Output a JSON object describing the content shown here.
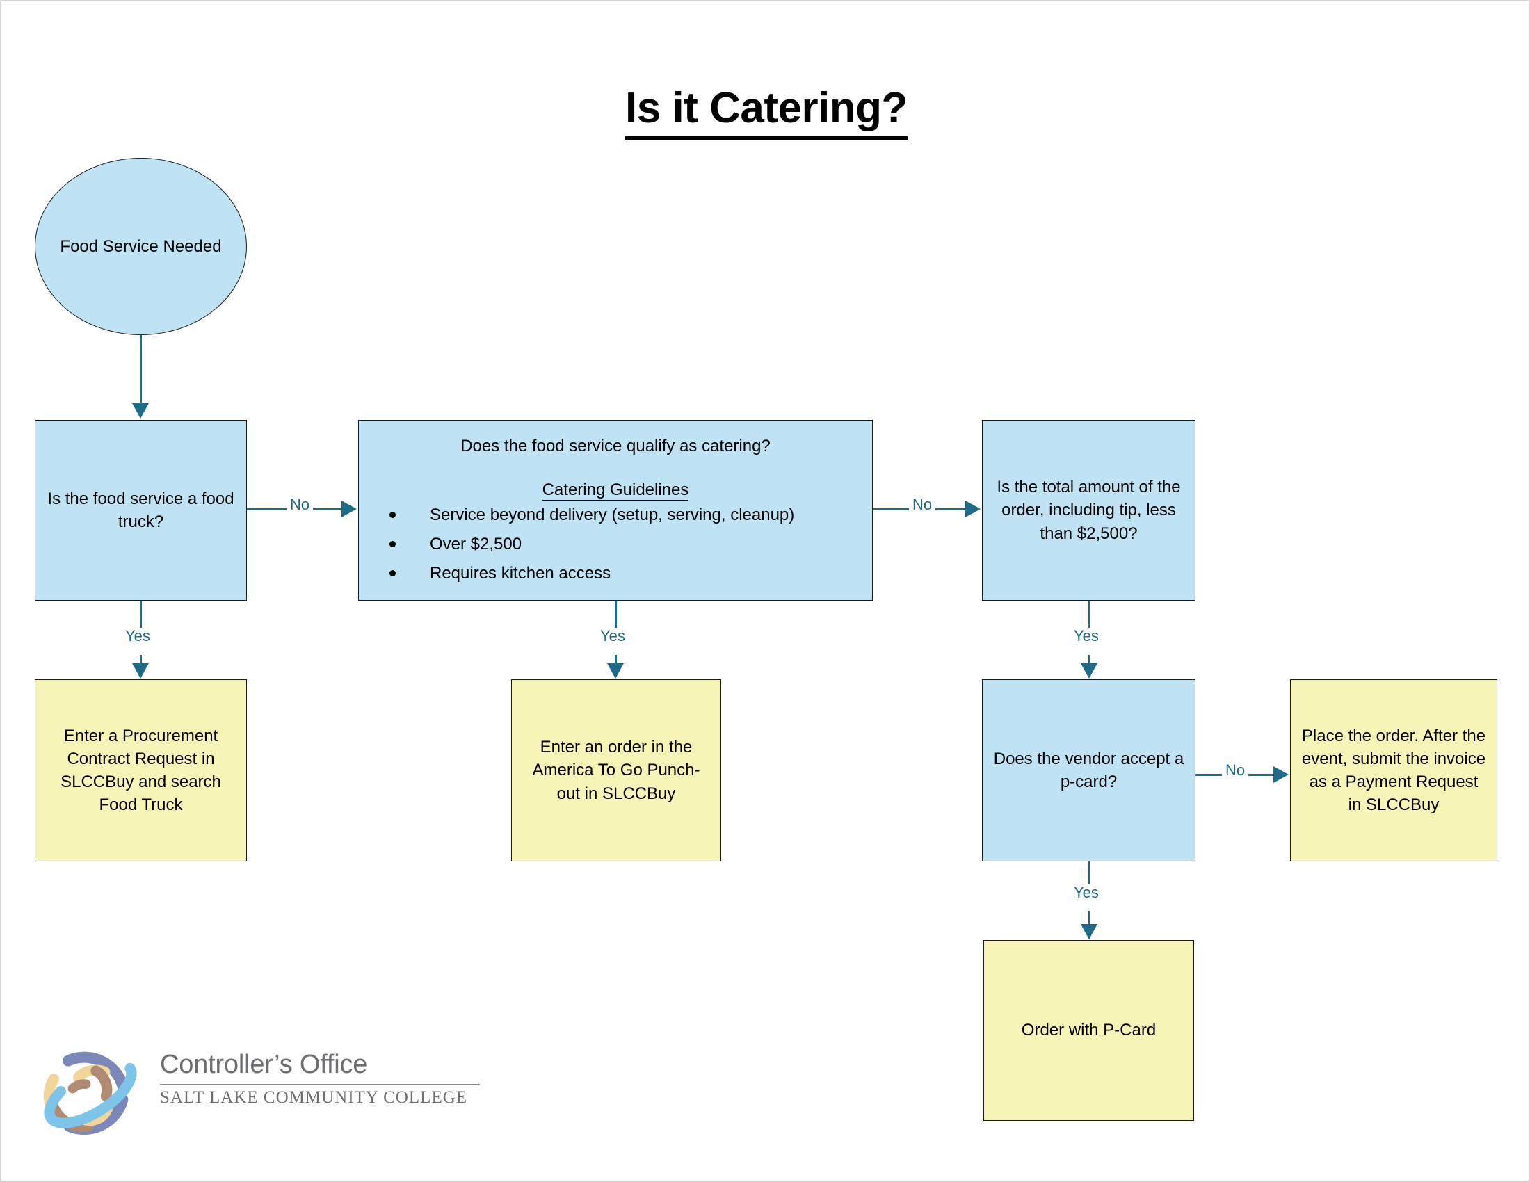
{
  "page": {
    "title": "Is it Catering?",
    "background_color": "#ffffff",
    "accent_color": "#1f6a86",
    "decision_fill": "#bfe3f5",
    "action_fill": "#f7f4b7"
  },
  "nodes": {
    "start": {
      "label": "Food Service Needed",
      "shape": "oval",
      "fill": "#bfe3f5"
    },
    "food_truck": {
      "label": "Is the food service a food truck?",
      "shape": "rect",
      "fill": "#bfe3f5"
    },
    "catering": {
      "question": "Does the food service qualify as catering?",
      "guidelines_heading": "Catering Guidelines",
      "guidelines": [
        "Service beyond delivery (setup, serving, cleanup)",
        "Over $2,500",
        "Requires kitchen access"
      ],
      "shape": "rect",
      "fill": "#bfe3f5"
    },
    "total_amount": {
      "label": "Is the total amount of the order, including tip, less than $2,500?",
      "shape": "rect",
      "fill": "#bfe3f5"
    },
    "procurement": {
      "label": "Enter a Procurement Contract Request in SLCCBuy and search Food Truck",
      "shape": "rect",
      "fill": "#f7f4b7"
    },
    "america_to_go": {
      "label": "Enter an order in the America To Go Punch-out in SLCCBuy",
      "shape": "rect",
      "fill": "#f7f4b7"
    },
    "vendor_pcard": {
      "label": "Does the vendor accept a p-card?",
      "shape": "rect",
      "fill": "#bfe3f5"
    },
    "payment_request": {
      "label": "Place the order. After the event, submit the invoice as a Payment Request in SLCCBuy",
      "shape": "rect",
      "fill": "#f7f4b7"
    },
    "order_pcard": {
      "label": "Order with P-Card",
      "shape": "rect",
      "fill": "#f7f4b7"
    }
  },
  "edges": {
    "start_to_food_truck": {
      "label": ""
    },
    "food_truck_no": {
      "label": "No"
    },
    "food_truck_yes": {
      "label": "Yes"
    },
    "catering_no": {
      "label": "No"
    },
    "catering_yes": {
      "label": "Yes"
    },
    "total_yes": {
      "label": "Yes"
    },
    "vendor_no": {
      "label": "No"
    },
    "vendor_yes": {
      "label": "Yes"
    }
  },
  "logo": {
    "name": "Controller’s Office",
    "institution": "SALT LAKE COMMUNITY COLLEGE",
    "mark_colors": {
      "slate": "#7b87b8",
      "sky": "#7ec4e8",
      "gold": "#f0d69a",
      "brown": "#b08a72"
    }
  }
}
